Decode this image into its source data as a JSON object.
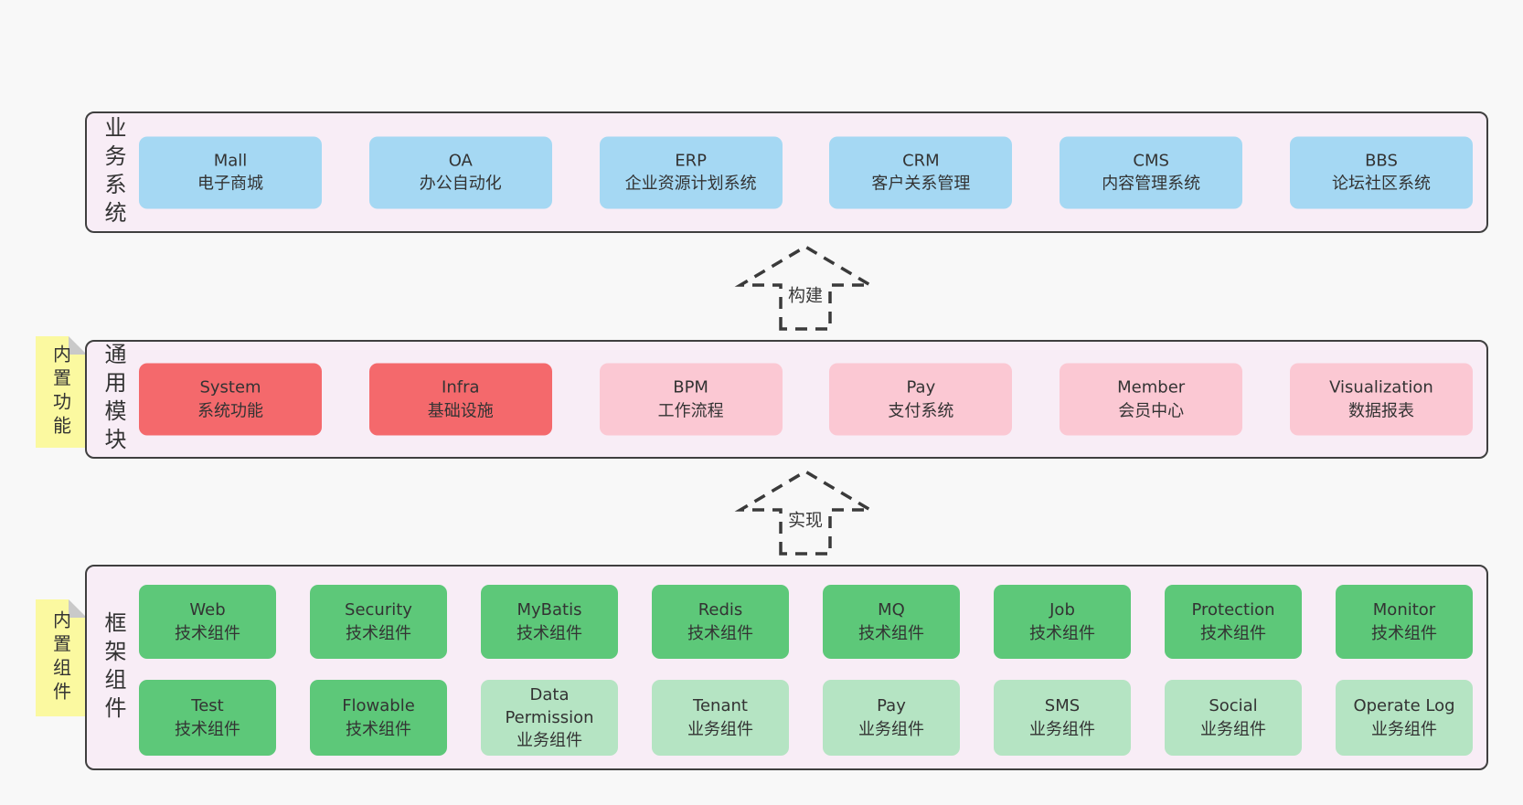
{
  "colors": {
    "page_bg": "#f8f8f8",
    "layer_bg": "#f8edf6",
    "layer_border": "#3f3f3f",
    "blue": "#a5d8f3",
    "red": "#f4696c",
    "pink": "#fbc8d3",
    "green": "#5dc879",
    "light_green": "#b5e4c3",
    "note_bg": "#fbf9a0",
    "note_fold": "#c9c9c9",
    "arrow_stroke": "#3a3a3a",
    "text": "#333333"
  },
  "layers": [
    {
      "label": "业务系统",
      "boxes": [
        {
          "name": "Mall",
          "desc": "电子商城"
        },
        {
          "name": "OA",
          "desc": "办公自动化"
        },
        {
          "name": "ERP",
          "desc": "企业资源计划系统"
        },
        {
          "name": "CRM",
          "desc": "客户关系管理"
        },
        {
          "name": "CMS",
          "desc": "内容管理系统"
        },
        {
          "name": "BBS",
          "desc": "论坛社区系统"
        }
      ]
    },
    {
      "label": "通用模块",
      "note": "内置功能",
      "boxes": [
        {
          "name": "System",
          "desc": "系统功能"
        },
        {
          "name": "Infra",
          "desc": "基础设施"
        },
        {
          "name": "BPM",
          "desc": "工作流程"
        },
        {
          "name": "Pay",
          "desc": "支付系统"
        },
        {
          "name": "Member",
          "desc": "会员中心"
        },
        {
          "name": "Visualization",
          "desc": "数据报表"
        }
      ]
    },
    {
      "label": "框架组件",
      "note": "内置组件",
      "rows": [
        [
          {
            "name": "Web",
            "desc": "技术组件"
          },
          {
            "name": "Security",
            "desc": "技术组件"
          },
          {
            "name": "MyBatis",
            "desc": "技术组件"
          },
          {
            "name": "Redis",
            "desc": "技术组件"
          },
          {
            "name": "MQ",
            "desc": "技术组件"
          },
          {
            "name": "Job",
            "desc": "技术组件"
          },
          {
            "name": "Protection",
            "desc": "技术组件"
          },
          {
            "name": "Monitor",
            "desc": "技术组件"
          }
        ],
        [
          {
            "name": "Test",
            "desc": "技术组件"
          },
          {
            "name": "Flowable",
            "desc": "技术组件"
          },
          {
            "name": "Data Permission",
            "desc": "业务组件"
          },
          {
            "name": "Tenant",
            "desc": "业务组件"
          },
          {
            "name": "Pay",
            "desc": "业务组件"
          },
          {
            "name": "SMS",
            "desc": "业务组件"
          },
          {
            "name": "Social",
            "desc": "业务组件"
          },
          {
            "name": "Operate Log",
            "desc": "业务组件"
          }
        ]
      ]
    }
  ],
  "arrows": [
    {
      "label": "构建"
    },
    {
      "label": "实现"
    }
  ]
}
